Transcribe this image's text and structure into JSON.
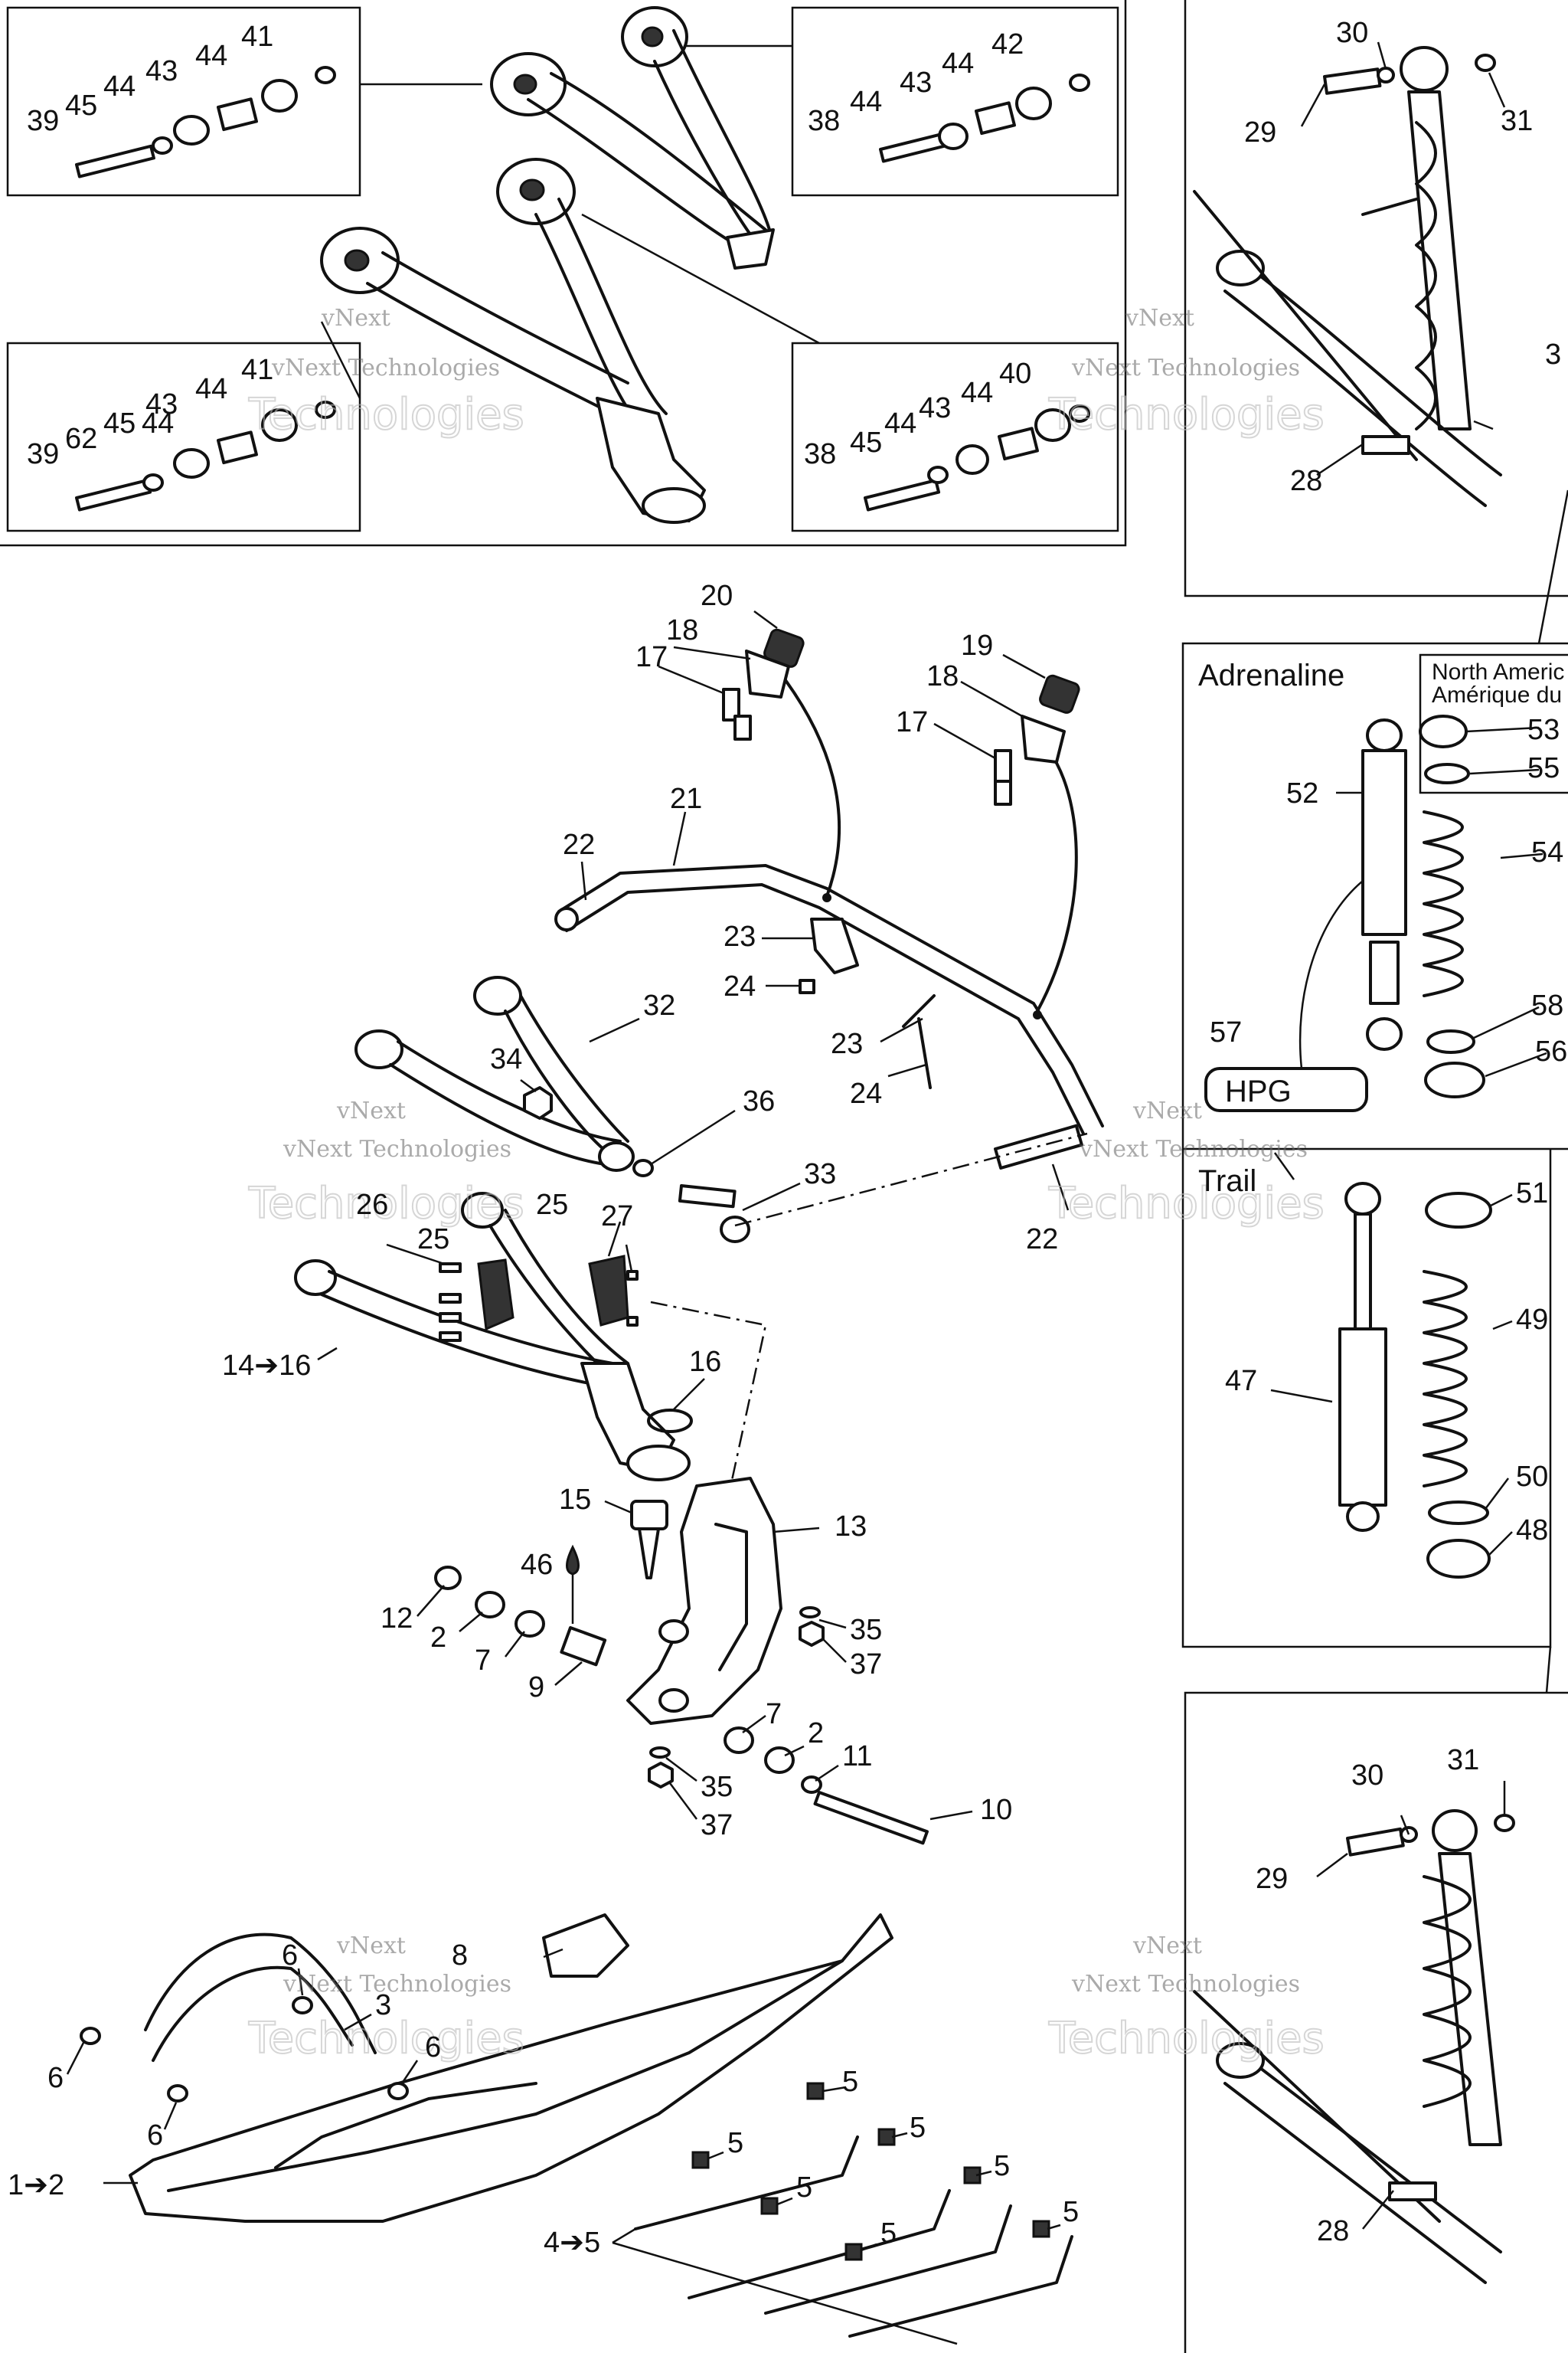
{
  "labels": {
    "l41a": "41",
    "l44a": "44",
    "l43a": "43",
    "l44b": "44",
    "l45a": "45",
    "l39a": "39",
    "l42": "42",
    "l44c": "44",
    "l43b": "43",
    "l44d": "44",
    "l38a": "38",
    "l41b": "41",
    "l44e": "44",
    "l43c": "43",
    "l44f": "44",
    "l45b": "45",
    "l62": "62",
    "l39b": "39",
    "l40": "40",
    "l44g": "44",
    "l43d": "43",
    "l44h": "44",
    "l45c": "45",
    "l38b": "38",
    "l30a": "30",
    "l29a": "29",
    "l31a": "31",
    "l3": "3",
    "l28a": "28",
    "l20": "20",
    "l18a": "18",
    "l17a": "17",
    "l19": "19",
    "l18b": "18",
    "l17b": "17",
    "l21": "21",
    "l22a": "22",
    "l23a": "23",
    "l24a": "24",
    "l23b": "23",
    "l24b": "24",
    "l32": "32",
    "l34": "34",
    "l36": "36",
    "l33": "33",
    "l22b": "22",
    "l26": "26",
    "l25a": "25",
    "l25b": "25",
    "l27": "27",
    "l14_16": "14➔16",
    "l16": "16",
    "l15": "15",
    "l13": "13",
    "l46": "46",
    "l12": "12",
    "l2a": "2",
    "l7a": "7",
    "l9": "9",
    "l35a": "35",
    "l37a": "37",
    "l7b": "7",
    "l2b": "2",
    "l11": "11",
    "l35b": "35",
    "l37b": "37",
    "l10": "10",
    "l8": "8",
    "l6a": "6",
    "l3b": "3",
    "l6b": "6",
    "l6c": "6",
    "l6d": "6",
    "l1_2": "1➔2",
    "l5a": "5",
    "l5b": "5",
    "l5c": "5",
    "l5d": "5",
    "l5e": "5",
    "l5f": "5",
    "l5g": "5",
    "l4_5": "4➔5",
    "l52": "52",
    "l53": "53",
    "l55": "55",
    "l54": "54",
    "l58": "58",
    "l56": "56",
    "l57": "57",
    "l51": "51",
    "l49": "49",
    "l47": "47",
    "l50": "50",
    "l48": "48",
    "l30b": "30",
    "l31b": "31",
    "l29b": "29",
    "l28b": "28"
  },
  "panels": {
    "adrenaline": "Adrenaline",
    "trail": "Trail",
    "region_en": "North Americ",
    "region_fr": "Amérique du"
  },
  "logo_text": "HPG",
  "watermark": {
    "line1": "vNext Technologies",
    "line2": "Technologies",
    "line3": "vNext"
  }
}
